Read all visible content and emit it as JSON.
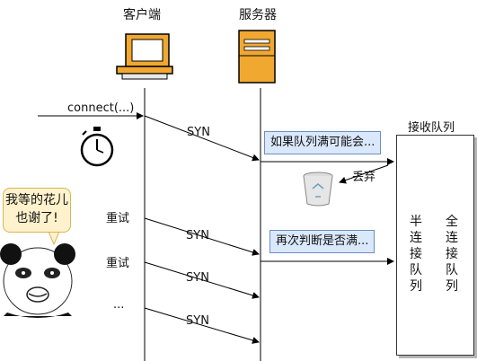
{
  "headers": {
    "client": "客户端",
    "server": "服务器"
  },
  "messages": {
    "connect": "connect(...)",
    "syn1": "SYN",
    "syn2": "SYN",
    "syn3": "SYN",
    "syn4": "SYN",
    "retry1": "重试",
    "retry2": "重试",
    "ellipsis": "..."
  },
  "notes": {
    "first": "如果队列满可能会...",
    "second": "再次判断是否满..."
  },
  "drop_label": "丢弃",
  "queue": {
    "title": "接收队列",
    "half": "半连接队列",
    "full": "全连接队列"
  },
  "bubble": {
    "line1": "我等的花儿",
    "line2": "也谢了!"
  },
  "colors": {
    "note_fill": "#dae8fc",
    "note_border": "#6c8ebf",
    "cyl_fill": "#f8cecc",
    "cyl_border": "#b85450",
    "bubble_fill": "#fff2cc"
  },
  "icons": [
    "computer-icon",
    "server-icon",
    "stopwatch-icon",
    "trash-icon",
    "panda-meme-icon"
  ]
}
